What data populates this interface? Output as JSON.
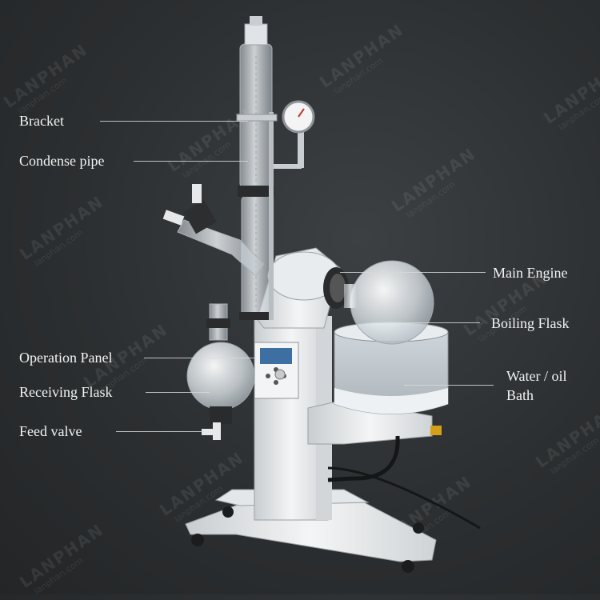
{
  "watermark": {
    "brand": "LANPHAN",
    "url": "lanphan.com"
  },
  "labels": {
    "bracket": "Bracket",
    "condense_pipe": "Condense pipe",
    "operation_panel": "Operation Panel",
    "receiving_flask": "Receiving Flask",
    "feed_valve": "Feed valve",
    "main_engine": "Main Engine",
    "boiling_flask": "Boiling Flask",
    "water_oil_bath_line1": "Water / oil",
    "water_oil_bath_line2": "Bath"
  },
  "colors": {
    "background": "#2c2f31",
    "text": "#f2f2f2",
    "leader_line": "#d8d8d8",
    "machine_body": "#eef0f1",
    "glass": "#dfe6ea",
    "bath_liquid": "#b9c2c8"
  }
}
